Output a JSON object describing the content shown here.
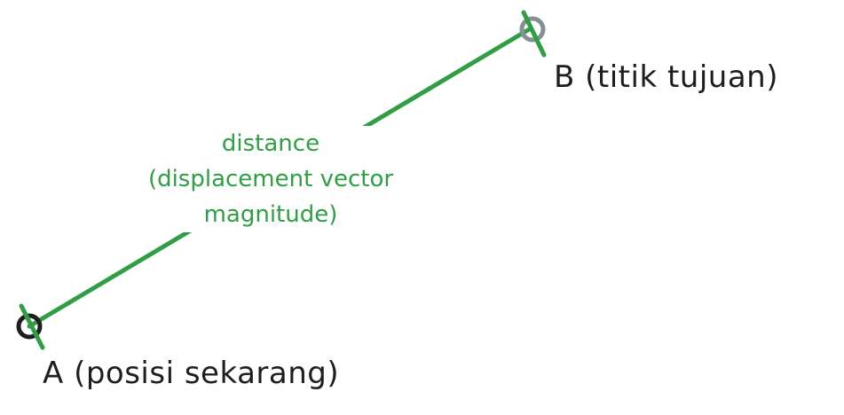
{
  "points": {
    "a": {
      "label": "A (posisi sekarang)"
    },
    "b": {
      "label": "B (titik tujuan)"
    }
  },
  "distance_label": {
    "lines": [
      "distance",
      "(displacement vector",
      "magnitude)"
    ]
  },
  "colors": {
    "segment": "#2f9e44",
    "point_a_stroke": "#1e1e1e",
    "point_b_stroke": "#868e96",
    "text": "#1e1e1e"
  }
}
